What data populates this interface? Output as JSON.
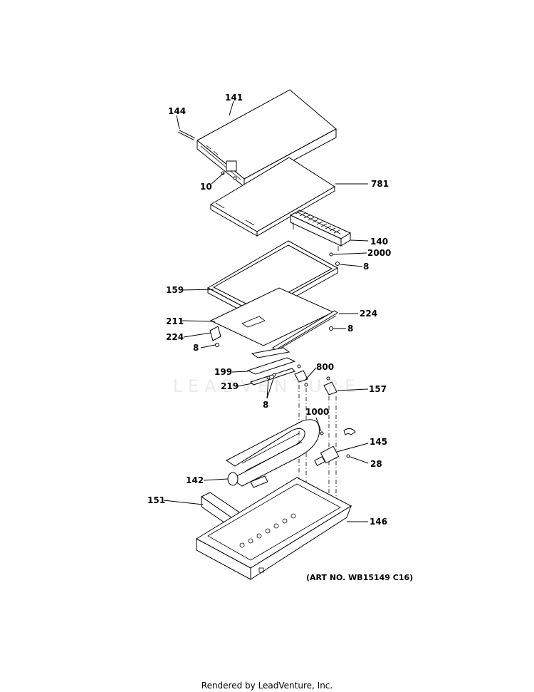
{
  "callouts": {
    "c141": "141",
    "c144": "144",
    "c10": "10",
    "c781": "781",
    "c140": "140",
    "c2000": "2000",
    "c8a": "8",
    "c159": "159",
    "c211": "211",
    "c224a": "224",
    "c224b": "224",
    "c8b": "8",
    "c8c": "8",
    "c199": "199",
    "c800": "800",
    "c219": "219",
    "c157": "157",
    "c8d": "8",
    "c1000": "1000",
    "c145": "145",
    "c28": "28",
    "c142": "142",
    "c151": "151",
    "c146": "146"
  },
  "watermark": "LEADVENTURE",
  "art_number": "(ART NO. WB15149 C16)",
  "footer": "Rendered by LeadVenture, Inc."
}
